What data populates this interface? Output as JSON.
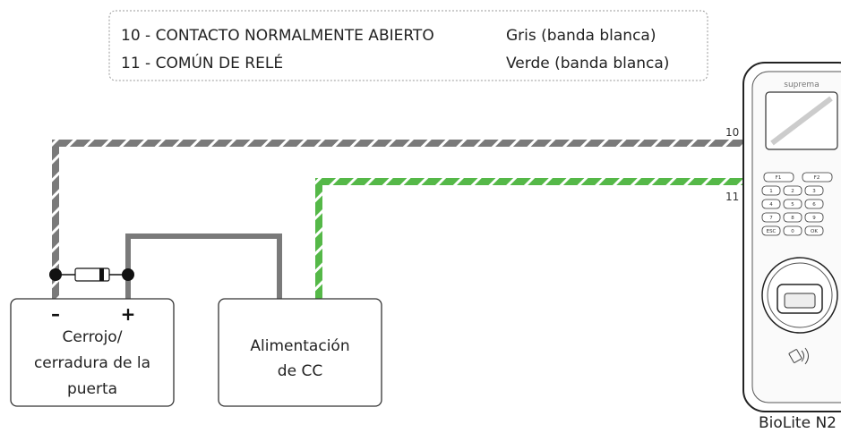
{
  "legend": {
    "row1": {
      "label": "10 - CONTACTO NORMALMENTE ABIERTO",
      "color": "Gris (banda blanca)"
    },
    "row2": {
      "label": "11 - COMÚN DE RELÉ",
      "color": "Verde (banda blanca)"
    }
  },
  "wires": {
    "gray_number": "10",
    "green_number": "11",
    "gray_color": "#7a7a7a",
    "green_color": "#55b848"
  },
  "lock": {
    "minus": "–",
    "plus": "+",
    "line1": "Cerrojo/",
    "line2": "cerradura de la",
    "line3": "puerta"
  },
  "power": {
    "line1": "Alimentación",
    "line2": "de CC"
  },
  "device": {
    "brand": "suprema",
    "name": "BioLite N2",
    "keys": [
      "F1",
      "F2",
      "1",
      "2",
      "3",
      "4",
      "5",
      "6",
      "7",
      "8",
      "9",
      "ESC",
      "0",
      "OK"
    ]
  }
}
